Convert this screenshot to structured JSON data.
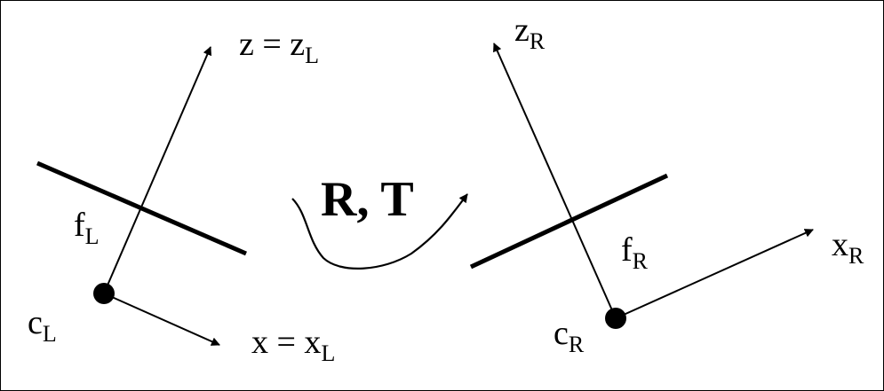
{
  "labels": {
    "z_left_main": "z = z",
    "z_left_sub": "L",
    "x_left_main": "x = x",
    "x_left_sub": "L",
    "f_left_main": "f",
    "f_left_sub": "L",
    "c_left_main": "c",
    "c_left_sub": "L",
    "z_right_main": "z",
    "z_right_sub": "R",
    "x_right_main": "x",
    "x_right_sub": "R",
    "f_right_main": "f",
    "f_right_sub": "R",
    "c_right_main": "c",
    "c_right_sub": "R",
    "transform": "R, T"
  }
}
